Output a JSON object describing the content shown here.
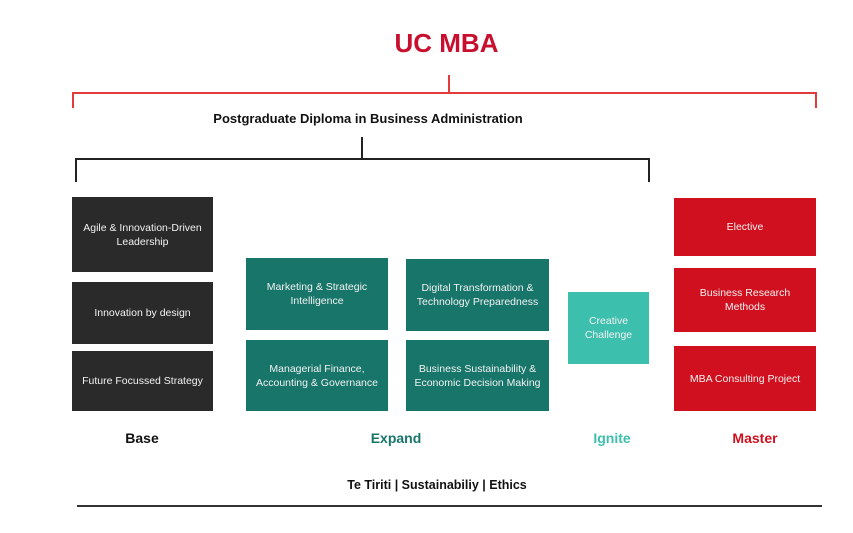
{
  "title": "UC MBA",
  "subtitle": "Postgraduate Diploma in Business Administration",
  "colors": {
    "red": "#d0101e",
    "dark": "#2a2a2a",
    "teal": "#17756a",
    "light_teal": "#3dbfae"
  },
  "base": {
    "label": "Base",
    "items": [
      "Agile & Innovation-Driven Leadership",
      "Innovation by design",
      "Future Focussed Strategy"
    ]
  },
  "expand": {
    "label": "Expand",
    "items": [
      "Marketing & Strategic Intelligence",
      "Digital Transformation & Technology Preparedness",
      "Managerial Finance, Accounting & Governance",
      "Business Sustainability & Economic Decision Making"
    ]
  },
  "ignite": {
    "label": "Ignite",
    "items": [
      "Creative Challenge"
    ]
  },
  "master": {
    "label": "Master",
    "items": [
      "Elective",
      "Business Research Methods",
      "MBA Consulting Project"
    ]
  },
  "footer": "Te Tiriti | Sustainabiliy | Ethics"
}
